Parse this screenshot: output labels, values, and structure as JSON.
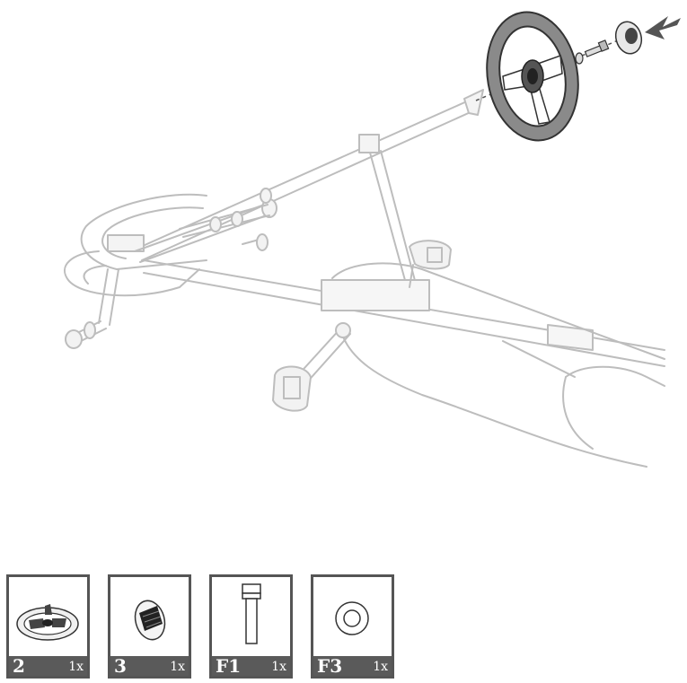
{
  "instruction": {
    "arrow_color": "#555555",
    "wheel_color": "#7a7a7a",
    "line_color": "#b8b8b8"
  },
  "parts": [
    {
      "id": "2",
      "qty": "1x",
      "icon": "steering-wheel-icon"
    },
    {
      "id": "3",
      "qty": "1x",
      "icon": "hub-cap-icon"
    },
    {
      "id": "F1",
      "qty": "1x",
      "icon": "bolt-icon"
    },
    {
      "id": "F3",
      "qty": "1x",
      "icon": "washer-icon"
    }
  ]
}
